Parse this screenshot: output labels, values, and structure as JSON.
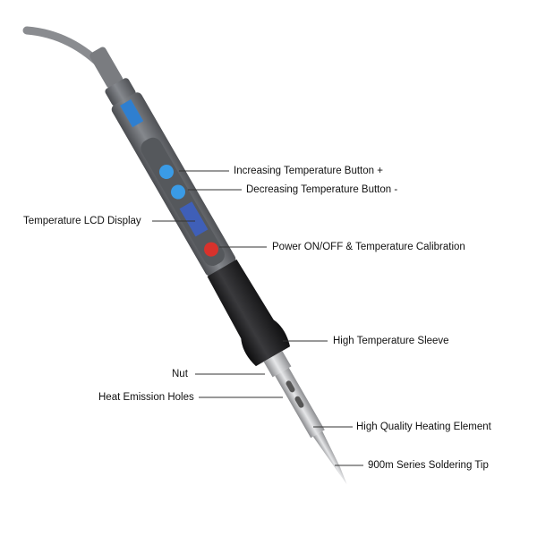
{
  "labels": {
    "inc": "Increasing Temperature Button +",
    "dec": "Decreasing Temperature Button -",
    "lcd": "Temperature LCD Display",
    "power": "Power ON/OFF & Temperature Calibration",
    "sleeve": "High Temperature Sleeve",
    "nut": "Nut",
    "holes": "Heat Emission Holes",
    "heater": "High Quality Heating Element",
    "tip": "900m Series Soldering Tip"
  },
  "colors": {
    "body": "#6a6d72",
    "grip": "#1c1c1e",
    "button_blue": "#3a9be6",
    "button_red": "#d8322c",
    "lcd": "#3f5fb8",
    "metal": "#b9babd"
  }
}
